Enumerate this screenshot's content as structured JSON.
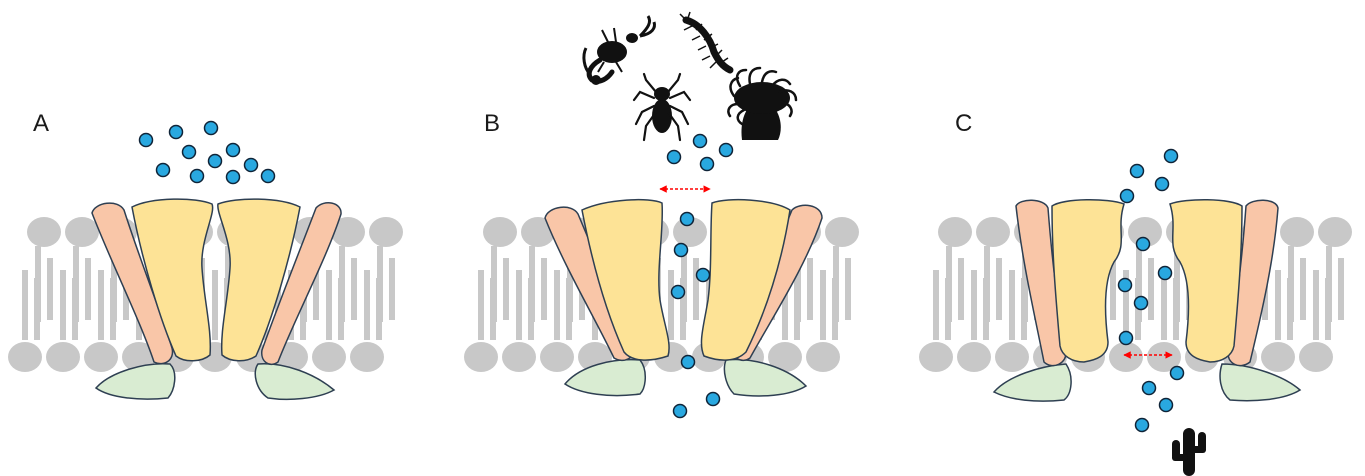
{
  "panels": [
    {
      "label": "A",
      "state": "closed"
    },
    {
      "label": "B",
      "state": "open-from-top"
    },
    {
      "label": "C",
      "state": "open-from-bottom"
    }
  ],
  "colors": {
    "lipid": "#c8c8c8",
    "helix_outer": "#f9c6a8",
    "helix_inner": "#fde396",
    "intracellular_domain": "#d9ecd2",
    "outline": "#2e3f52",
    "ion_fill": "#29a8e0",
    "ion_stroke": "#0f2438",
    "arrow": "#ff0000",
    "silhouette": "#111111"
  },
  "icons": {
    "panel_b_toxins": [
      "scorpion-icon",
      "centipede-icon",
      "spider-icon",
      "sea-anemone-icon"
    ],
    "panel_c_modulator": [
      "cactus-icon"
    ]
  }
}
